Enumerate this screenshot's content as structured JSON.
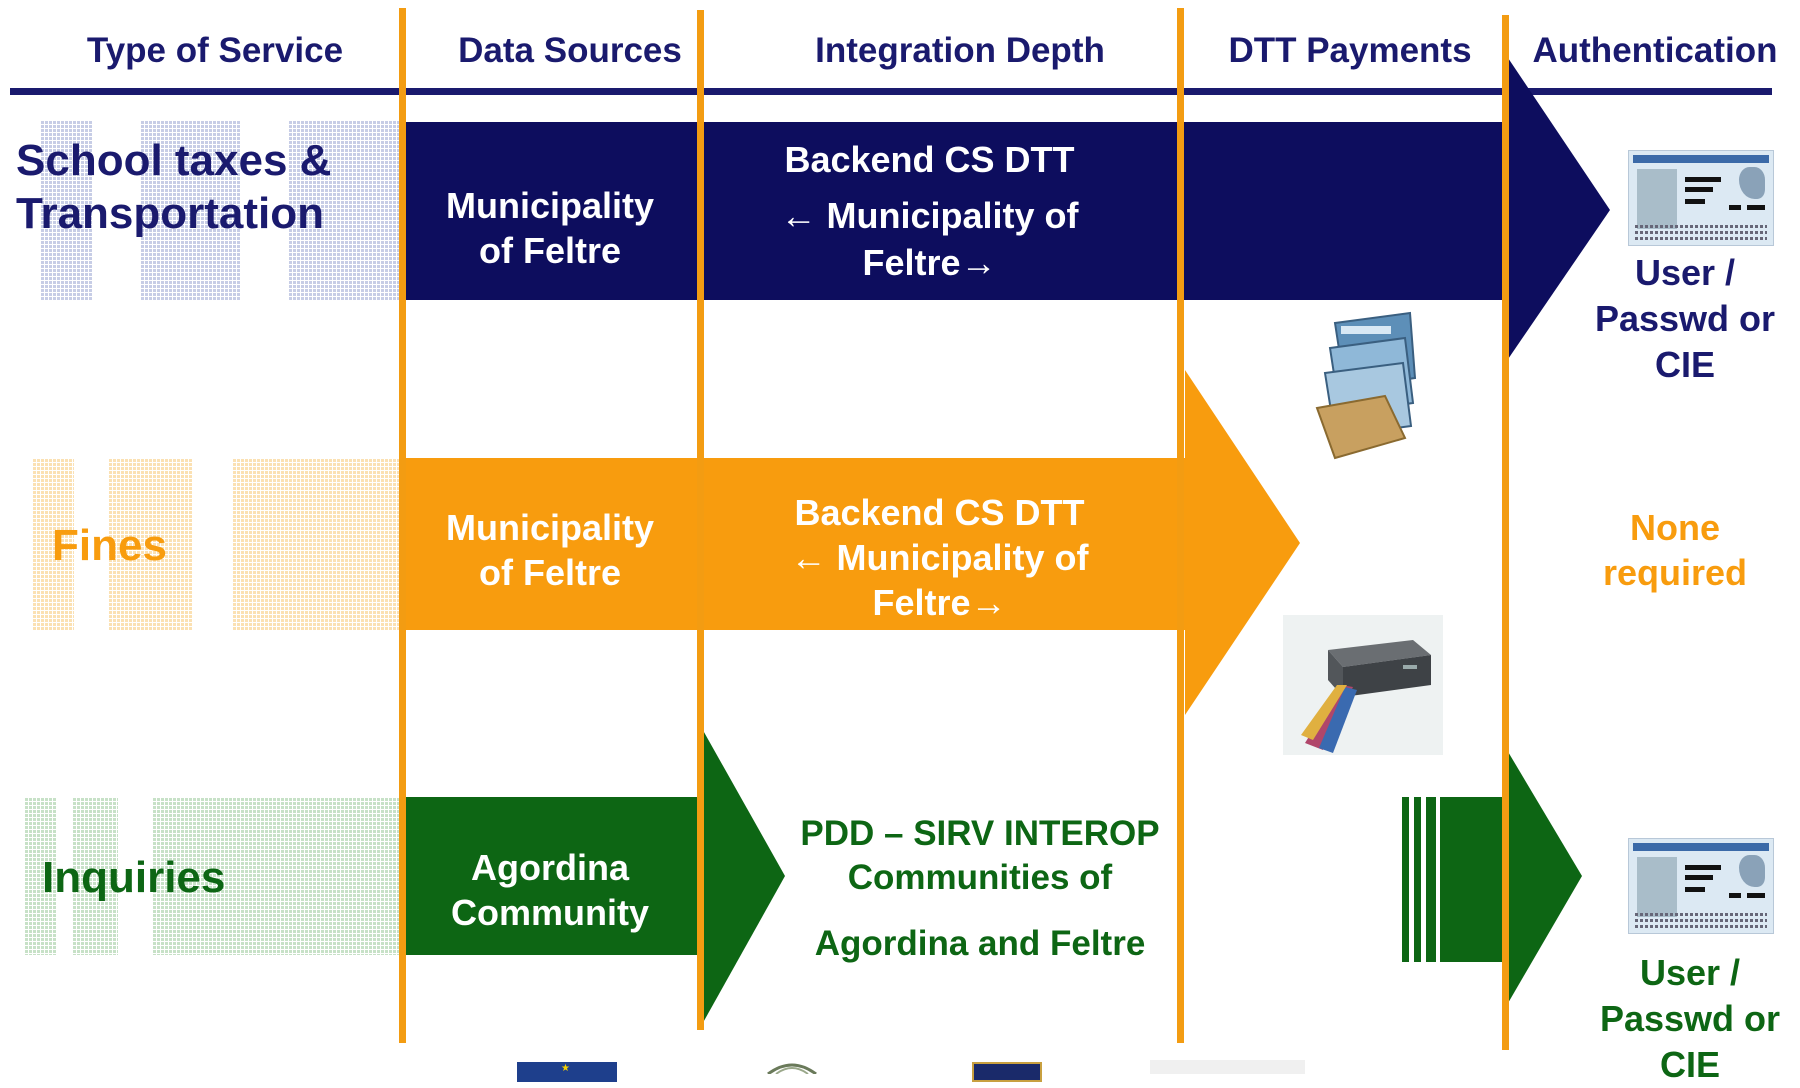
{
  "headers": {
    "type_of_service": "Type of Service",
    "data_sources": "Data Sources",
    "integration_depth": "Integration Depth",
    "dtt_payments": "DTT Payments",
    "authentication": "Authentication"
  },
  "rows": {
    "school": {
      "service_line1": "School taxes &",
      "service_line2": "Transportation",
      "source_line1": "Municipality",
      "source_line2": "of Feltre",
      "integration_line1": "Backend CS DTT",
      "integration_line2": "← Municipality of",
      "integration_line3": "Feltre→",
      "auth_line1": "User /",
      "auth_line2": "Passwd or",
      "auth_line3": "CIE"
    },
    "fines": {
      "service": "Fines",
      "source_line1": "Municipality",
      "source_line2": "of Feltre",
      "integration_line1": "Backend CS DTT",
      "integration_line2": "← Municipality of",
      "integration_line3": "Feltre→",
      "auth_line1": "None",
      "auth_line2": "required"
    },
    "inquiries": {
      "service": "Inquiries",
      "source_line1": "Agordina",
      "source_line2": "Community",
      "integration_line1": "PDD – SIRV INTEROP",
      "integration_line2": "Communities of",
      "integration_line3": "Agordina and  Feltre",
      "auth_line1": "User /",
      "auth_line2": "Passwd or",
      "auth_line3": "CIE"
    }
  },
  "colors": {
    "navy": "#0d0d5e",
    "orange": "#f89c0e",
    "green": "#0d6614",
    "divider": "#f39c12",
    "header_text": "#1a1a6e"
  },
  "icons": [
    "id-card-icon",
    "payment-cards-icon",
    "set-top-box-icon",
    "eu-flag-logo",
    "italy-emblem-logo",
    "region-logo"
  ]
}
